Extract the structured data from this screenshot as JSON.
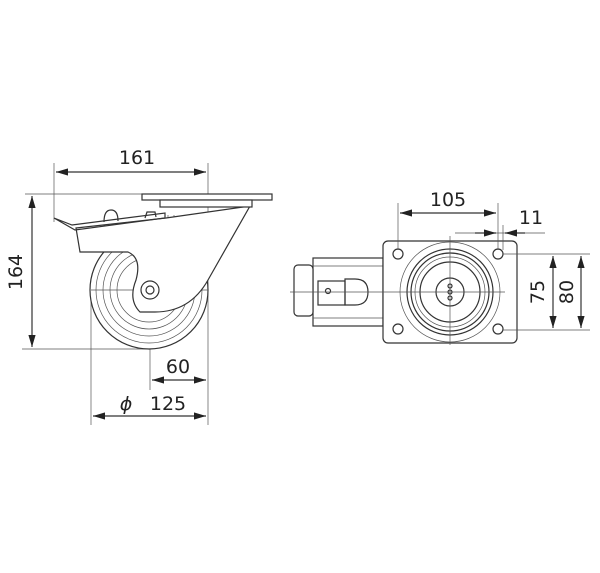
{
  "drawing": {
    "side_view": {
      "overall_width": "161",
      "overall_height": "164",
      "offset": "60",
      "wheel_diameter_symbol": "ϕ",
      "wheel_diameter": "125"
    },
    "top_view": {
      "bolt_spacing_x": "105",
      "bolt_hole": "11",
      "bolt_spacing_y": "75",
      "plate_height": "80"
    },
    "line_color": "#333333"
  }
}
